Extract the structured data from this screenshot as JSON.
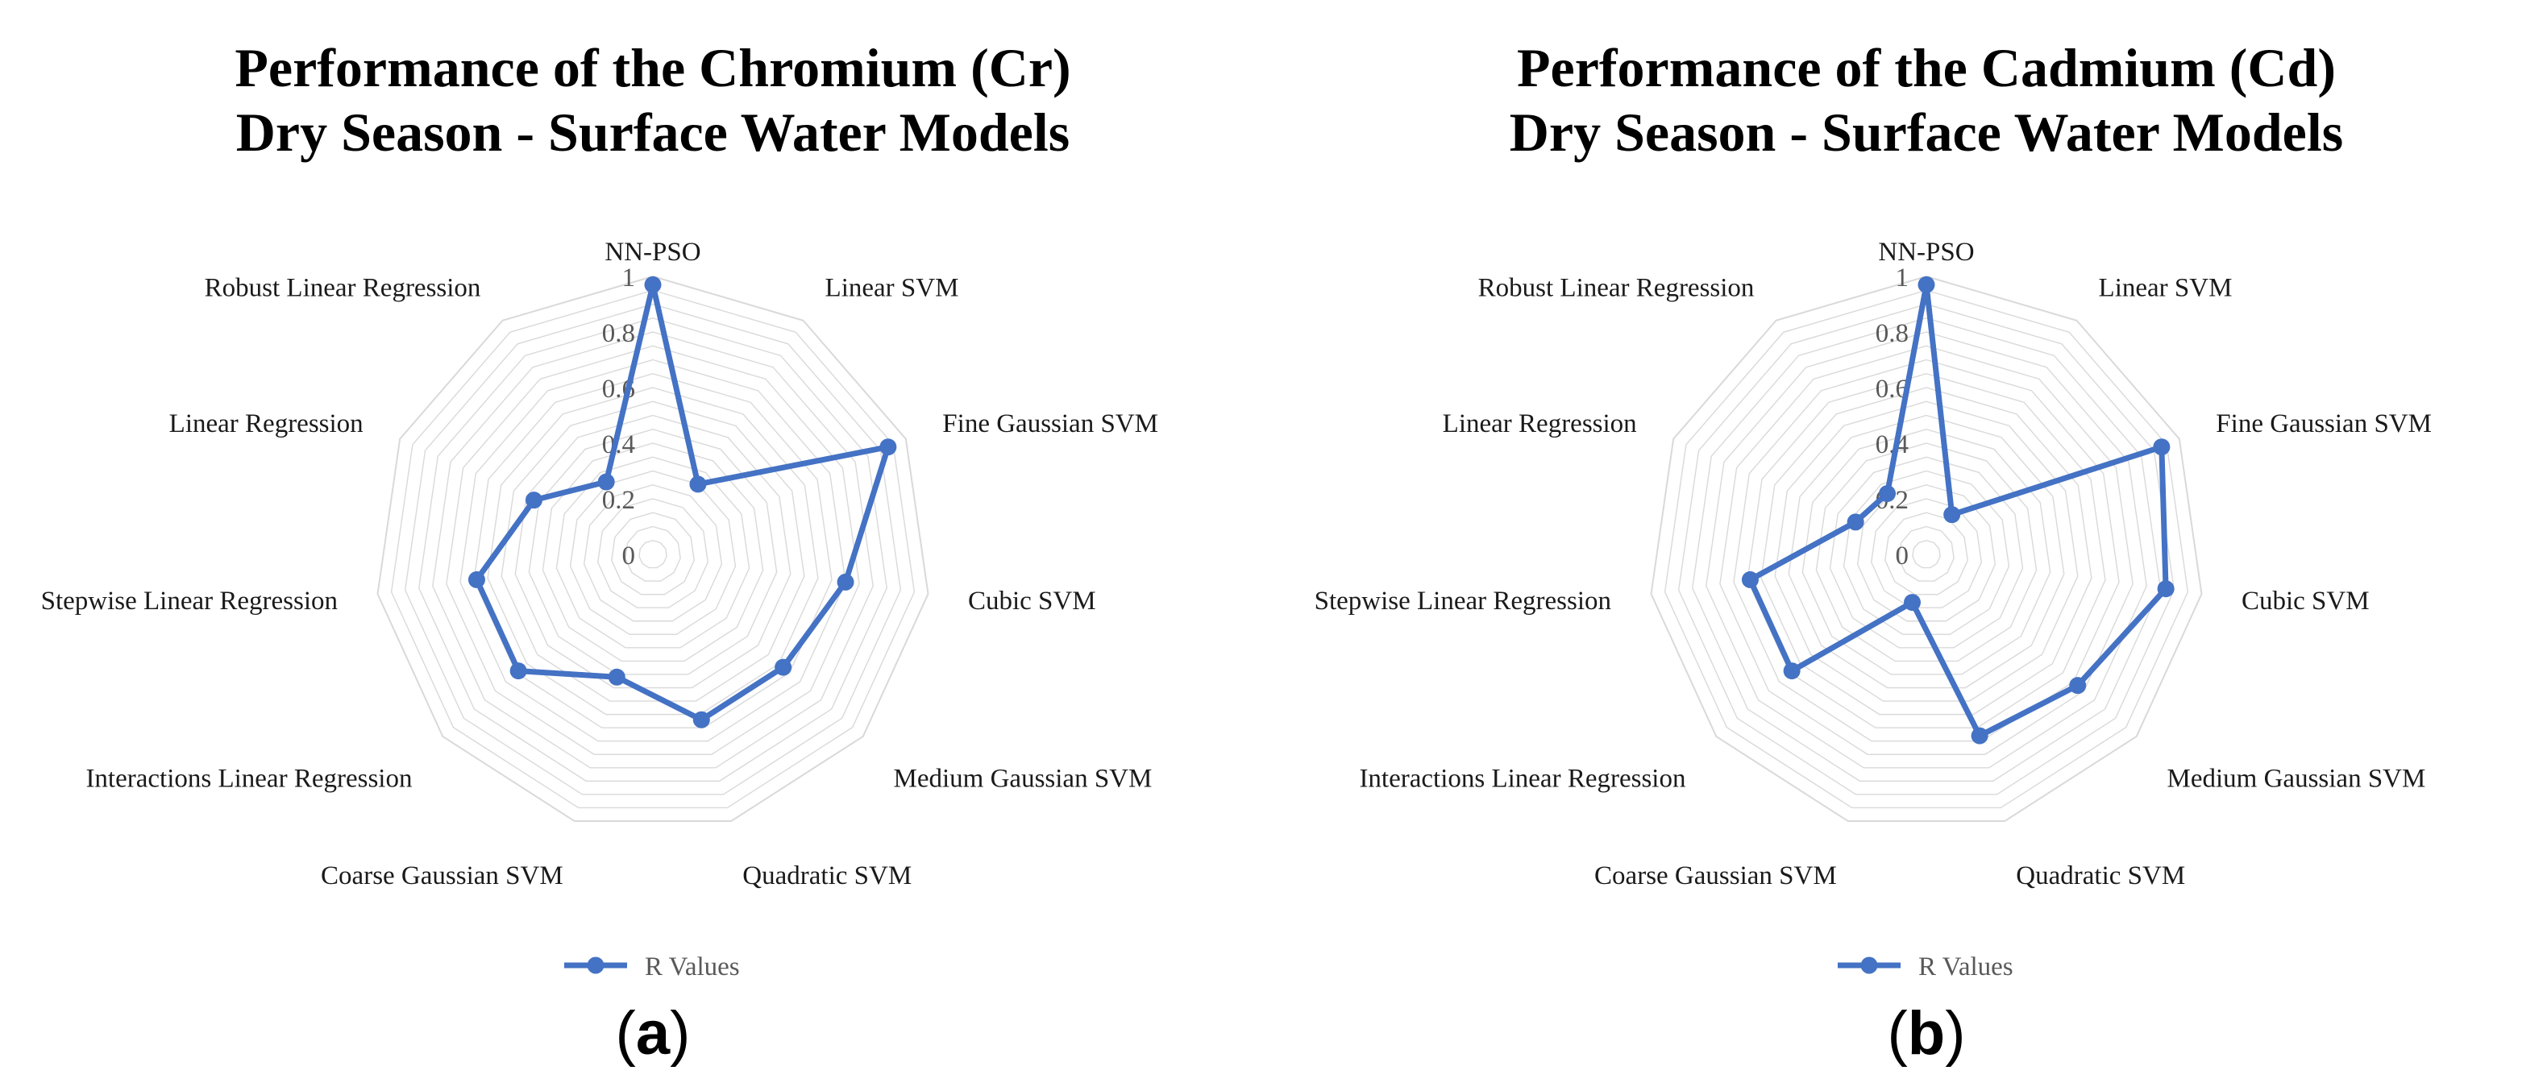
{
  "series_color": "#4472C4",
  "grid_color": "#D9D9D9",
  "legend_label": "R Values",
  "chart_data": [
    {
      "type": "radar",
      "title_lines": [
        "Performance of the Chromium (Cr)",
        "Dry Season - Surface Water Models"
      ],
      "panel_label": "a",
      "categories": [
        "NN-PSO",
        "Linear SVM",
        "Fine Gaussian SVM",
        "Cubic SVM",
        "Medium Gaussian SVM",
        "Quadratic SVM",
        "Coarse Gaussian SVM",
        "Interactions Linear Regression",
        "Stepwise Linear Regression",
        "Linear Regression",
        "Robust Linear Regression"
      ],
      "tick_labels": [
        "0",
        "0.2",
        "0.4",
        "0.6",
        "0.8",
        "1"
      ],
      "ylim": [
        0,
        1
      ],
      "series": [
        {
          "name": "R Values",
          "values": [
            0.97,
            0.3,
            0.93,
            0.7,
            0.62,
            0.62,
            0.46,
            0.64,
            0.64,
            0.47,
            0.31
          ]
        }
      ],
      "legend_position": "bottom"
    },
    {
      "type": "radar",
      "title_lines": [
        "Performance of the Cadmium (Cd)",
        "Dry Season - Surface Water Models"
      ],
      "panel_label": "b",
      "categories": [
        "NN-PSO",
        "Linear SVM",
        "Fine Gaussian SVM",
        "Cubic SVM",
        "Medium Gaussian SVM",
        "Quadratic SVM",
        "Coarse Gaussian SVM",
        "Interactions Linear Regression",
        "Stepwise Linear Regression",
        "Linear Regression",
        "Robust Linear Regression"
      ],
      "tick_labels": [
        "0",
        "0.2",
        "0.4",
        "0.6",
        "0.8",
        "1"
      ],
      "ylim": [
        0,
        1
      ],
      "series": [
        {
          "name": "R Values",
          "values": [
            0.97,
            0.17,
            0.93,
            0.87,
            0.72,
            0.68,
            0.18,
            0.64,
            0.64,
            0.28,
            0.26
          ]
        }
      ],
      "legend_position": "bottom"
    }
  ]
}
